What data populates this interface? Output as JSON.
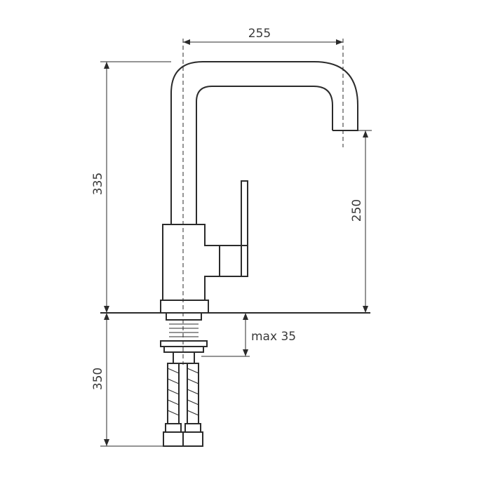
{
  "dimensions": {
    "spout_reach": "255",
    "total_height": "335",
    "spout_height": "250",
    "countertop_thickness": "max 35",
    "hose_length": "350"
  },
  "colors": {
    "line": "#2b2b2b",
    "text": "#3a3a3a",
    "background": "#ffffff"
  }
}
